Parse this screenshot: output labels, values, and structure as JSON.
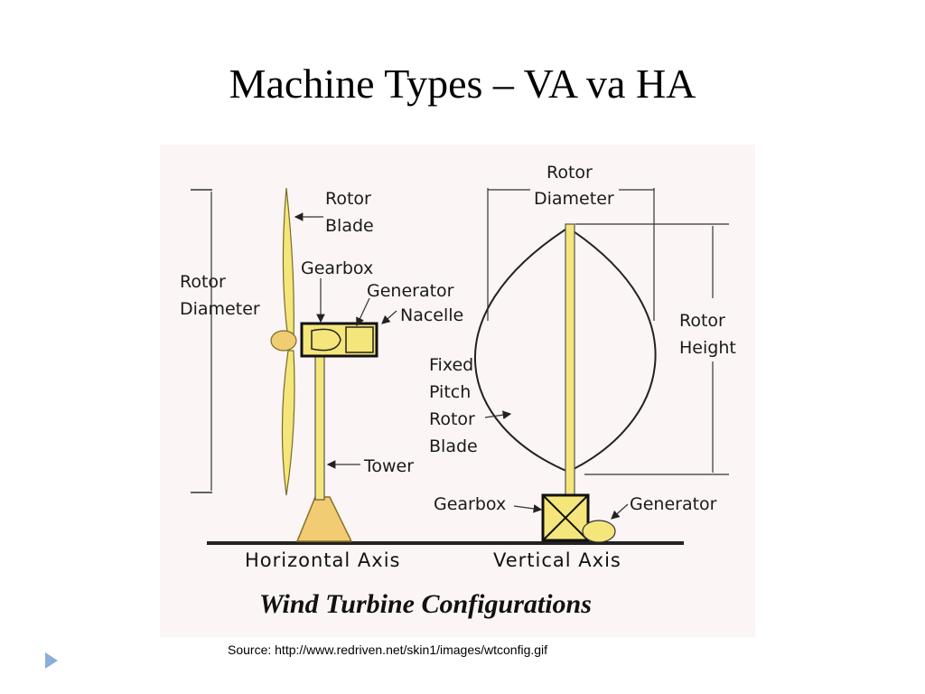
{
  "slide": {
    "title": "Machine Types – VA va HA",
    "source": "Source: http://www.redriven.net/skin1/images/wtconfig.gif",
    "bullet_icon": "triangle-right-icon"
  },
  "figure": {
    "caption": "Wind Turbine Configurations",
    "horizontal": {
      "axis_label": "Horizontal Axis",
      "rotor_blade": [
        "Rotor",
        "Blade"
      ],
      "rotor_diameter": [
        "Rotor",
        "Diameter"
      ],
      "gearbox": "Gearbox",
      "generator": "Generator",
      "nacelle": "Nacelle",
      "tower": "Tower"
    },
    "vertical": {
      "axis_label": "Vertical Axis",
      "rotor_diameter": [
        "Rotor",
        "Diameter"
      ],
      "rotor_height": [
        "Rotor",
        "Height"
      ],
      "fixed_pitch_blade": [
        "Fixed",
        "Pitch",
        "Rotor",
        "Blade"
      ],
      "gearbox": "Gearbox",
      "generator": "Generator"
    },
    "colors": {
      "fill_yellow": "#f4e67a",
      "base_tan": "#f1cc72",
      "line": "#222222",
      "background": "#fbf5f5"
    }
  }
}
